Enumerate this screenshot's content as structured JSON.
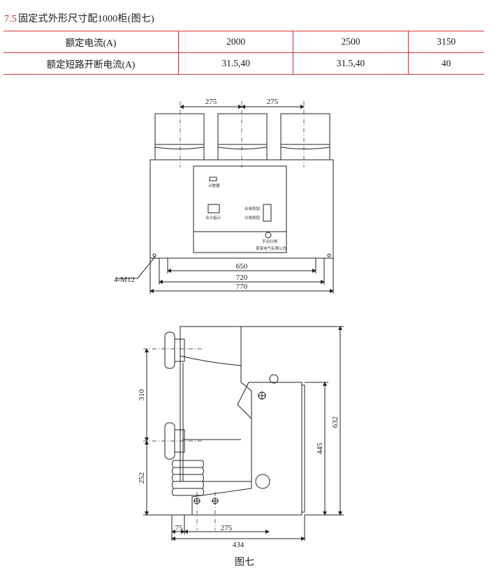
{
  "section": {
    "number": "7.5",
    "title": "固定式外形尺寸配1000柜(图七)"
  },
  "table": {
    "rows": [
      {
        "label": "额定电流(A)",
        "values": [
          "2000",
          "2500",
          "3150"
        ]
      },
      {
        "label": "额定短路开断电流(A)",
        "values": [
          "31.5,40",
          "31.5,40",
          "40"
        ]
      }
    ]
  },
  "front_view": {
    "dims": {
      "pole_spacing_1": "275",
      "pole_spacing_2": "275",
      "mount_width": "650",
      "base_width": "720",
      "overall_width": "770",
      "bolt_spec": "4-M12"
    },
    "panel_labels": {
      "counter": "计数器",
      "indicator": "合分指示",
      "close_btn": "合闸按钮",
      "open_btn": "分闸按钮",
      "manual": "手动分闸",
      "maker": "某某电气有限公司"
    }
  },
  "side_view": {
    "dims": {
      "terminal_spacing": "310",
      "lower_height": "252",
      "cabinet_height": "445",
      "overall_height": "632",
      "front_offset": "75",
      "mount_depth": "275",
      "overall_depth": "434"
    }
  },
  "caption": "图七"
}
